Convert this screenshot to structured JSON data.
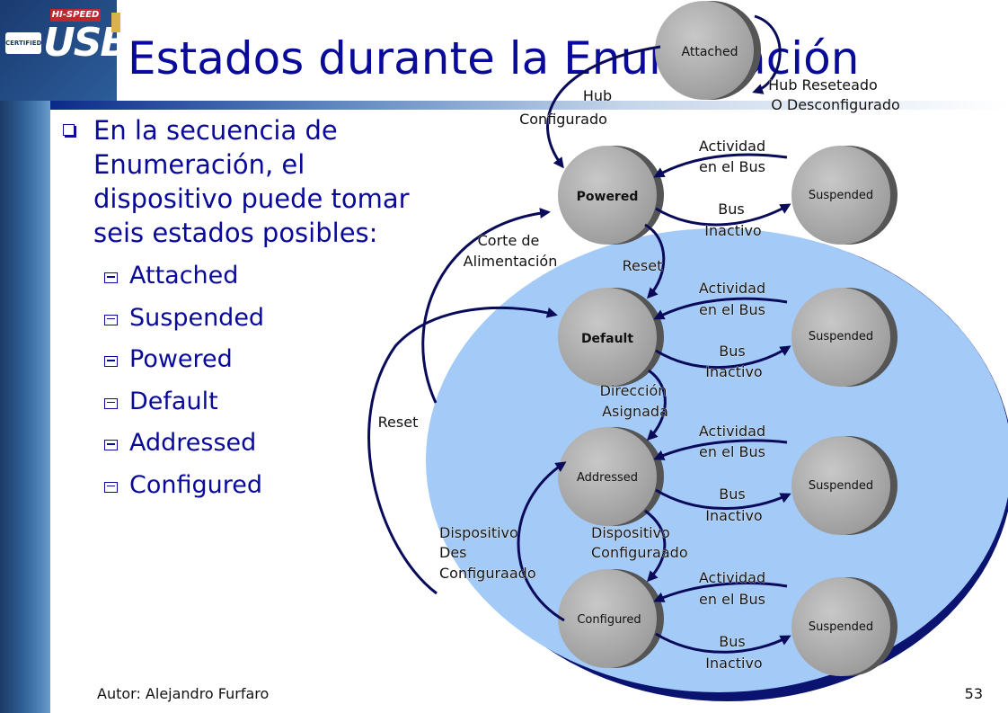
{
  "slide": {
    "title": "Estados durante la Enumeración",
    "logo": {
      "badge": "HI-SPEED",
      "certified": "CERTIFIED",
      "brand": "USB"
    },
    "bullet_main": "En la secuencia de Enumeración, el dispositivo puede tomar seis estados posibles:",
    "sub_bullets": [
      "Attached",
      "Suspended",
      "Powered",
      "Default",
      "Addressed",
      "Configured"
    ],
    "author": "Autor: Alejandro Furfaro",
    "page": "53"
  },
  "diagram": {
    "states": {
      "attached": "Attached",
      "powered": "Powered",
      "default": "Default",
      "addressed": "Addressed",
      "configured": "Configured",
      "suspended": "Suspended"
    },
    "labels": {
      "hub1": "Hub",
      "hub2": "Configurado",
      "hubreset1": "Hub Reseteado",
      "hubreset2": "O Desconfigurado",
      "actividad1": "Actividad",
      "actividad2": "en el Bus",
      "bus1": "Bus",
      "bus2": "Inactivo",
      "corte1": "Corte de",
      "corte2": "Alimentación",
      "reset": "Reset",
      "dir1": "Dirección",
      "dir2": "Asignada",
      "disp": "Dispositivo",
      "des": "Des",
      "configuraado": "Configuraado"
    },
    "colors": {
      "ellipse": "#a4cbf8",
      "ellipse_edge": "#0a1470",
      "state_fill": "#aeaeae",
      "arrow": "#0a0a5a",
      "title": "#0a0a9a"
    }
  }
}
